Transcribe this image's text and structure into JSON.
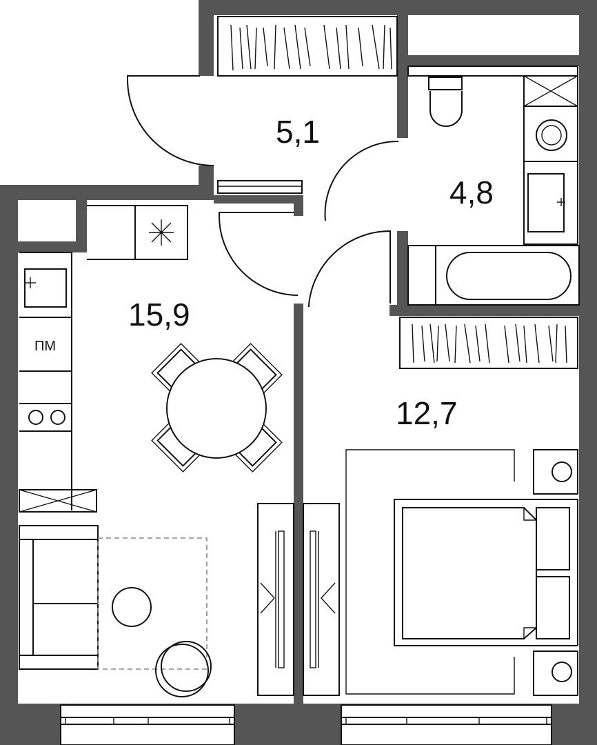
{
  "rooms": {
    "hallway": {
      "area": "5,1"
    },
    "bathroom": {
      "area": "4,8"
    },
    "kitchen_living": {
      "area": "15,9"
    },
    "bedroom": {
      "area": "12,7"
    }
  },
  "fixtures": {
    "appliance_label": "ПМ"
  },
  "colors": {
    "walls": "#555555",
    "lines": "#111111",
    "background": "#ffffff"
  }
}
